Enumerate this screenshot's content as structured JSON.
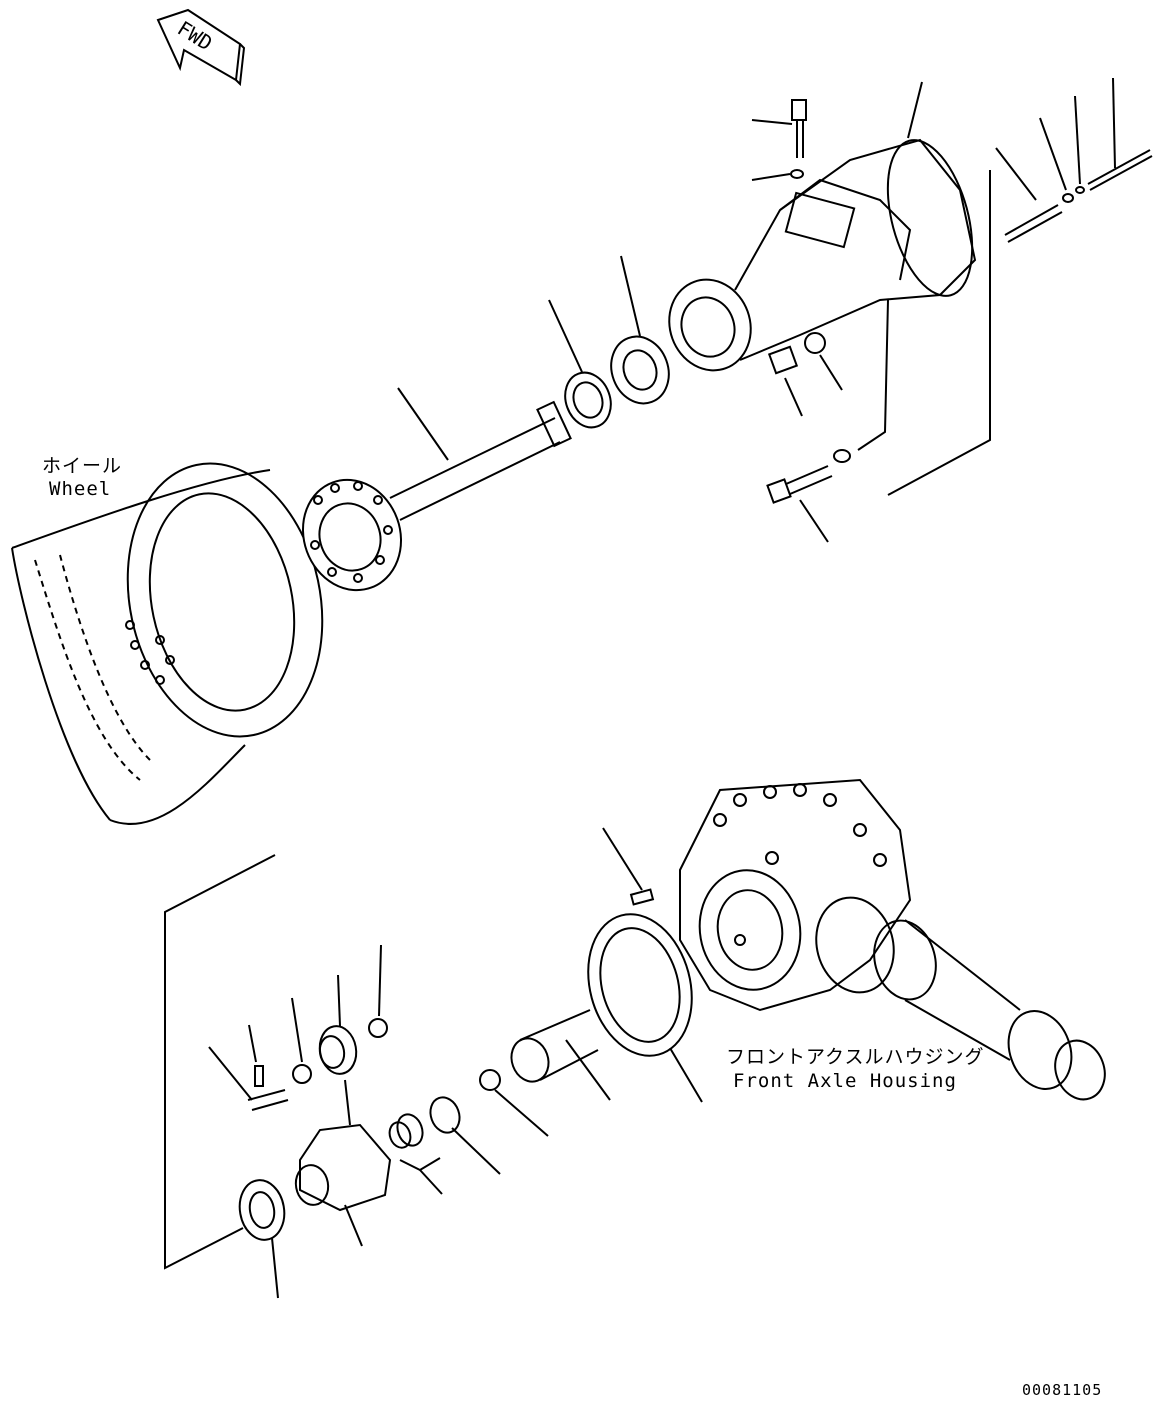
{
  "direction_indicator": {
    "text": "FWD"
  },
  "labels": {
    "wheel_jp": "ホイール",
    "wheel_en": "Wheel",
    "housing_jp": "フロントアクスルハウジング",
    "housing_en": "Front Axle Housing"
  },
  "figure_code": "00081105",
  "colors": {
    "line": "#000000",
    "background": "#ffffff"
  }
}
